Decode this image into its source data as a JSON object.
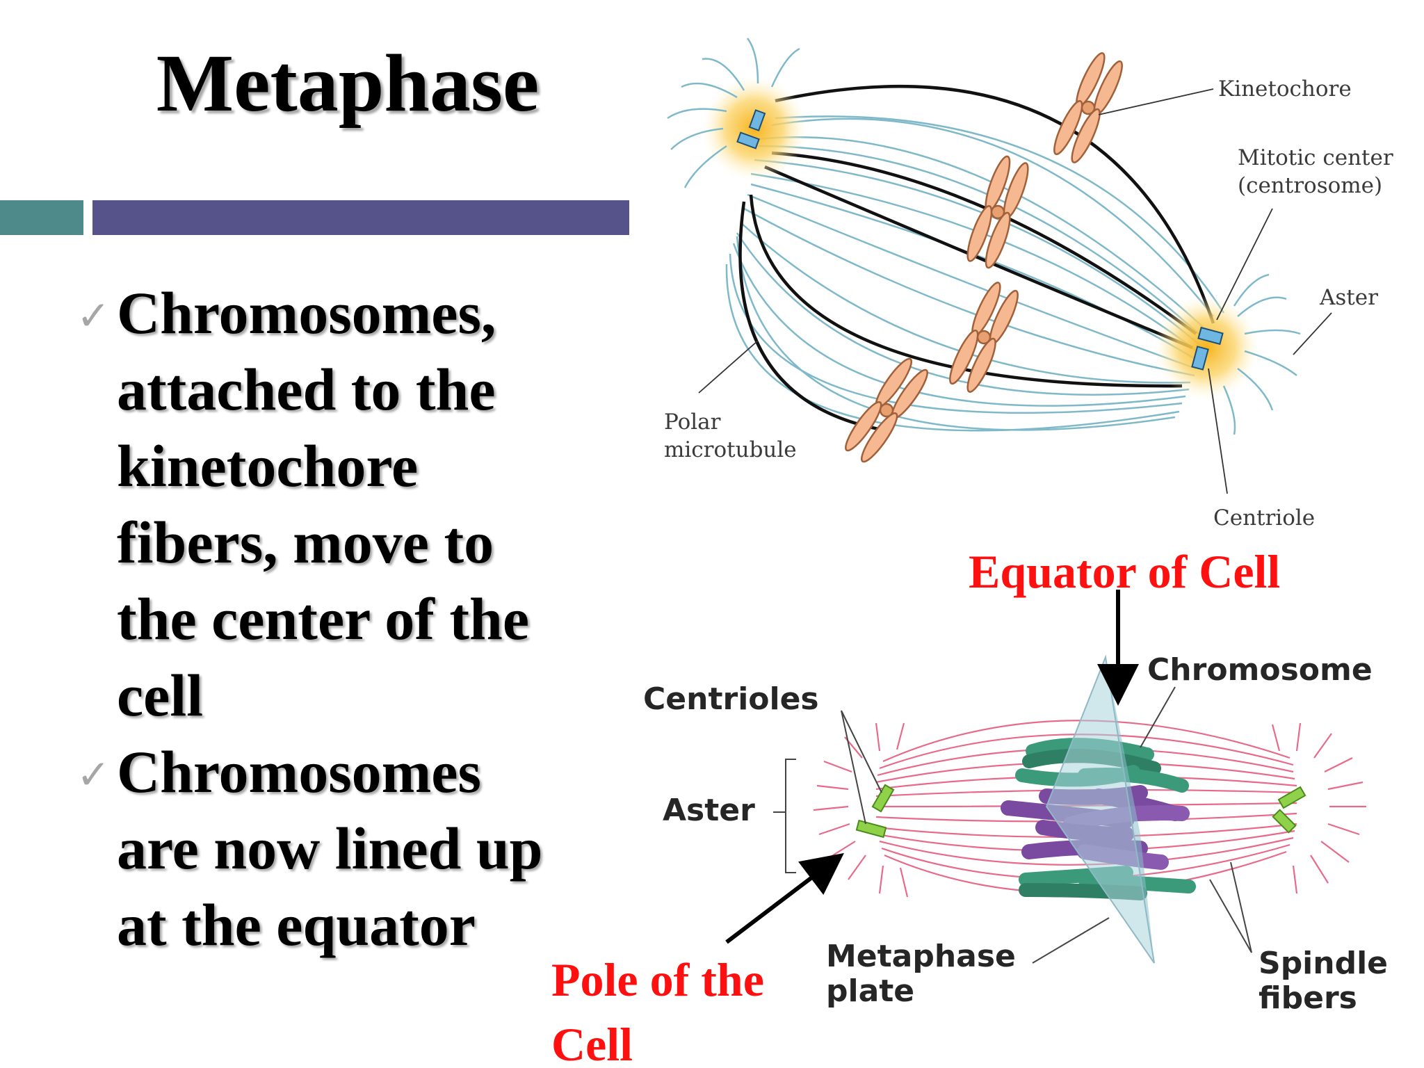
{
  "slide": {
    "title": "Metaphase",
    "bullets": [
      {
        "lines": [
          "Chromosomes,",
          "attached to the",
          "kinetochore",
          "fibers, move to",
          "the center of the",
          "cell"
        ]
      },
      {
        "lines": [
          "Chromosomes",
          "are now lined up",
          "at the equator"
        ]
      }
    ]
  },
  "diagram_top": {
    "labels": {
      "kinetochore": "Kinetochore",
      "mitotic_center_1": "Mitotic center",
      "mitotic_center_2": "(centrosome)",
      "aster": "Aster",
      "polar_1": "Polar",
      "polar_2": "microtubule",
      "centriole": "Centriole"
    }
  },
  "diagram_bottom": {
    "labels": {
      "equator": "Equator of Cell",
      "chromosome": "Chromosome",
      "centrioles": "Centrioles",
      "aster": "Aster",
      "metaphase_1": "Metaphase",
      "metaphase_2": "plate",
      "spindle_1": "Spindle",
      "spindle_2": "fibers",
      "pole_1": "Pole of the",
      "pole_2": "Cell"
    }
  },
  "colors": {
    "teal_bar": "#4f8a8b",
    "purple_bar": "#55538a",
    "red_label": "#ff1010",
    "chromosome_peach": "#f6b890",
    "chromosome_green": "#3a9a7a",
    "chromosome_purple": "#7a4aa0",
    "spindle_pink": "#e86a8a",
    "microtubule_blue": "#7fb9c9"
  }
}
